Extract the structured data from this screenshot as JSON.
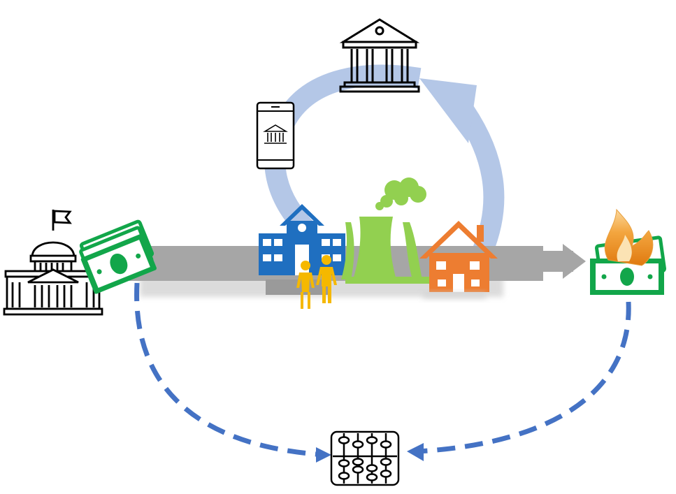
{
  "diagram": {
    "nodes": [
      {
        "id": "government",
        "icon": "capitol-building-icon"
      },
      {
        "id": "public-money",
        "icon": "cash-bundle-icon"
      },
      {
        "id": "central-bank",
        "icon": "bank-building-icon"
      },
      {
        "id": "mobile-banking",
        "icon": "smartphone-bank-icon"
      },
      {
        "id": "school",
        "icon": "school-icon"
      },
      {
        "id": "people",
        "icon": "people-icon"
      },
      {
        "id": "power-plant",
        "icon": "cooling-tower-icon"
      },
      {
        "id": "home",
        "icon": "house-icon"
      },
      {
        "id": "burned-money",
        "icon": "burning-cash-icon"
      },
      {
        "id": "accounting",
        "icon": "abacus-icon"
      }
    ],
    "edges": [
      {
        "from": "public-money",
        "to": "burned-money",
        "style": "solid-gray-arrow"
      },
      {
        "from": "central-bank",
        "to": "central-bank",
        "style": "circular-light-blue-arrow"
      },
      {
        "from": "public-money",
        "to": "accounting",
        "style": "dashed-blue-arrow"
      },
      {
        "from": "burned-money",
        "to": "accounting",
        "style": "dashed-blue-arrow"
      }
    ],
    "colors": {
      "money_green": "#12a64a",
      "flow_gray": "#a6a6a6",
      "cycle_blue": "#b4c7e7",
      "dash_blue": "#4472c4",
      "school_blue": "#1f6fc0",
      "people_yellow": "#f5b800",
      "plant_green": "#92d050",
      "house_orange": "#ed7d31",
      "flame_orange": "#f0a030",
      "outline_black": "#000000"
    }
  }
}
